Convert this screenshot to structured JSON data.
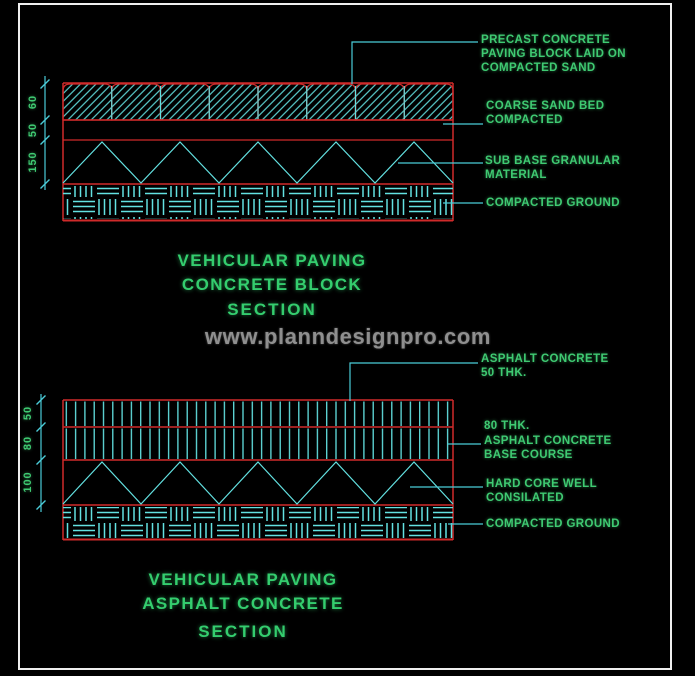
{
  "watermark": "www.planndesignpro.com",
  "colors": {
    "cad_red": "#cf2a2a",
    "cad_cyan_hatch": "#63e1e1",
    "cad_cyan_lines": "#4accd8",
    "cad_green_text": "#3fca72",
    "watermark_gray": "#8f8f8f",
    "frame_white": "#efefef",
    "background": "#000000"
  },
  "sections": [
    {
      "id": "concrete-block",
      "title": "VEHICULAR PAVING\nCONCRETE BLOCK",
      "section_label": "SECTION",
      "dims": [
        "60",
        "50",
        "150"
      ],
      "labels": [
        "PRECAST CONCRETE\nPAVING BLOCK LAID ON\nCOMPACTED SAND",
        "COARSE SAND BED\nCOMPACTED",
        "SUB BASE GRANULAR\nMATERIAL",
        "COMPACTED GROUND"
      ]
    },
    {
      "id": "asphalt-concrete",
      "title": "VEHICULAR PAVING\nASPHALT CONCRETE",
      "section_label": "SECTION",
      "dims": [
        "50",
        "80",
        "100"
      ],
      "labels": [
        "ASPHALT CONCRETE\n50 THK.",
        "80 THK.\nASPHALT CONCRETE\nBASE COURSE",
        "HARD CORE WELL\nCONSILATED",
        "COMPACTED GROUND"
      ]
    }
  ]
}
